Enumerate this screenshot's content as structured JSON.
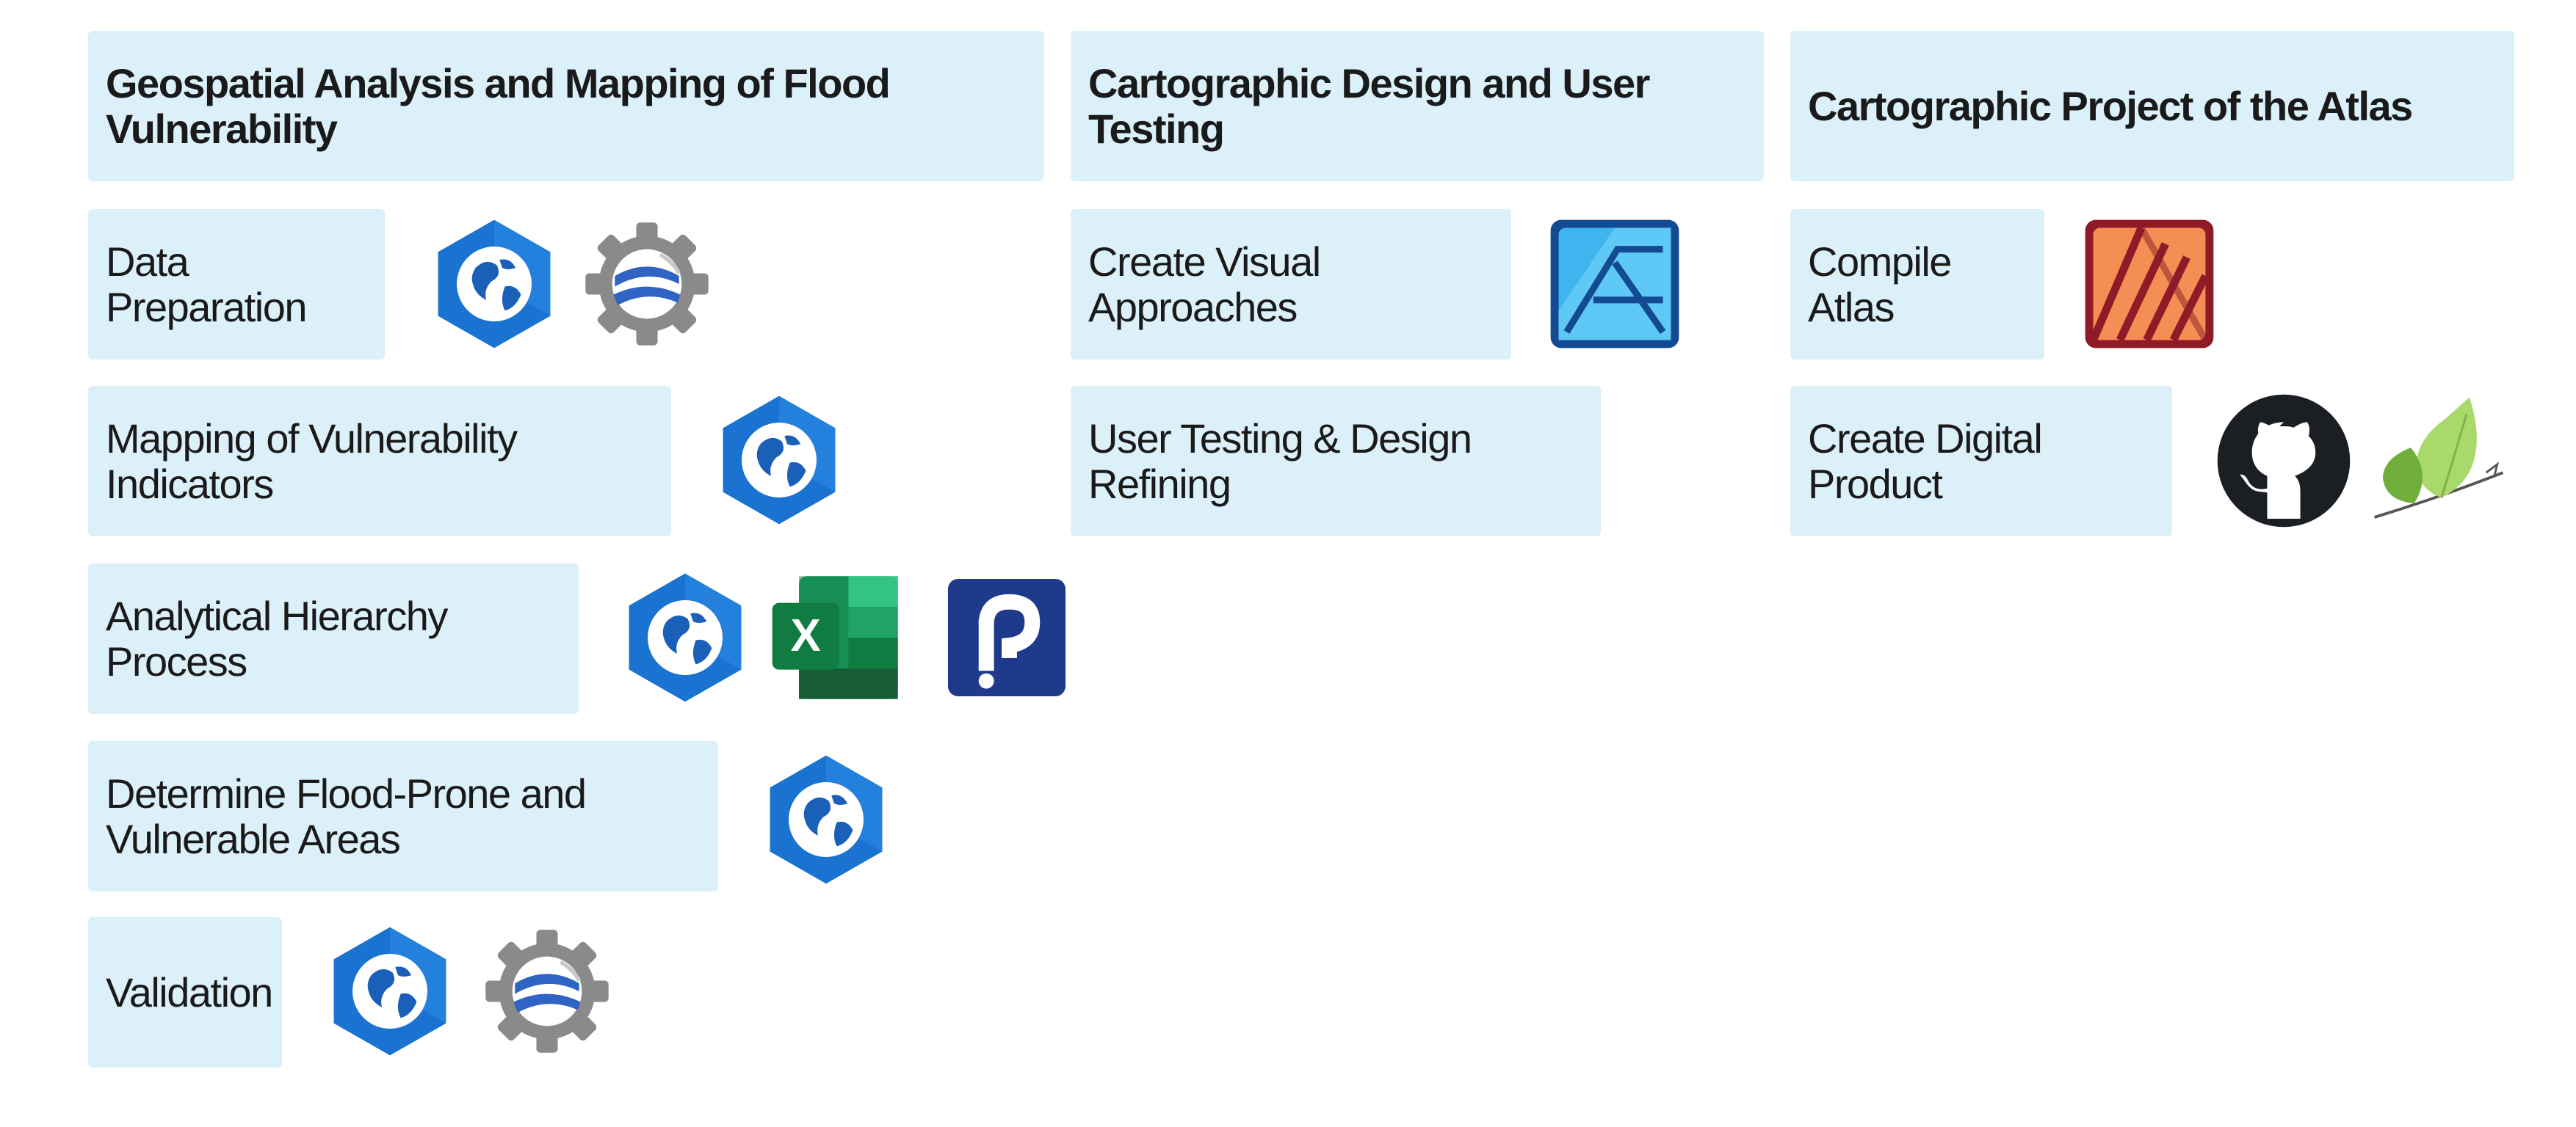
{
  "columns": [
    {
      "header": "Geospatial Analysis and Mapping of Flood Vulnerability",
      "steps": [
        {
          "label": "Data Preparation",
          "icons": [
            "arcgis-pro-icon",
            "google-earth-engine-icon"
          ]
        },
        {
          "label": "Mapping of Vulnerability Indicators",
          "icons": [
            "arcgis-pro-icon"
          ]
        },
        {
          "label": "Analytical Hierarchy Process",
          "icons": [
            "arcgis-pro-icon",
            "excel-icon",
            "pdf-tool-icon"
          ]
        },
        {
          "label": "Determine Flood-Prone and Vulnerable Areas",
          "icons": [
            "arcgis-pro-icon"
          ]
        },
        {
          "label": "Validation",
          "icons": [
            "arcgis-pro-icon",
            "google-earth-engine-icon"
          ]
        }
      ]
    },
    {
      "header": "Cartographic Design and User Testing",
      "steps": [
        {
          "label": "Create Visual Approaches",
          "icons": [
            "affinity-designer-icon"
          ]
        },
        {
          "label": "User Testing & Design Refining",
          "icons": []
        }
      ]
    },
    {
      "header": "Cartographic Project of the Atlas",
      "steps": [
        {
          "label": "Compile Atlas",
          "icons": [
            "affinity-publisher-icon"
          ]
        },
        {
          "label": "Create Digital Product",
          "icons": [
            "github-icon",
            "leaflet-icon"
          ]
        }
      ]
    }
  ],
  "colors": {
    "box_fill": "#dcf0fa",
    "arcgis_blue": "#1a73d0",
    "excel_green": "#1e7145",
    "pdf_navy": "#1f3a8a",
    "affinity_designer_blue": "#1c6fc7",
    "affinity_publisher_red": "#a01e2a",
    "github_black": "#1b1f23",
    "leaflet_green": "#8cc63f"
  }
}
